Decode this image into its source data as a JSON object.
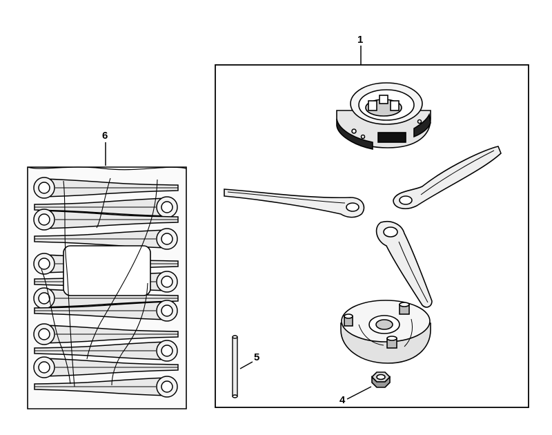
{
  "callouts": {
    "kit": "1",
    "nut": "4",
    "pin": "5",
    "blade_pack": "6"
  },
  "colors": {
    "line": "#000000",
    "paper": "#ffffff",
    "shade": "#d0d0d0",
    "dark": "#1a1a1a"
  }
}
